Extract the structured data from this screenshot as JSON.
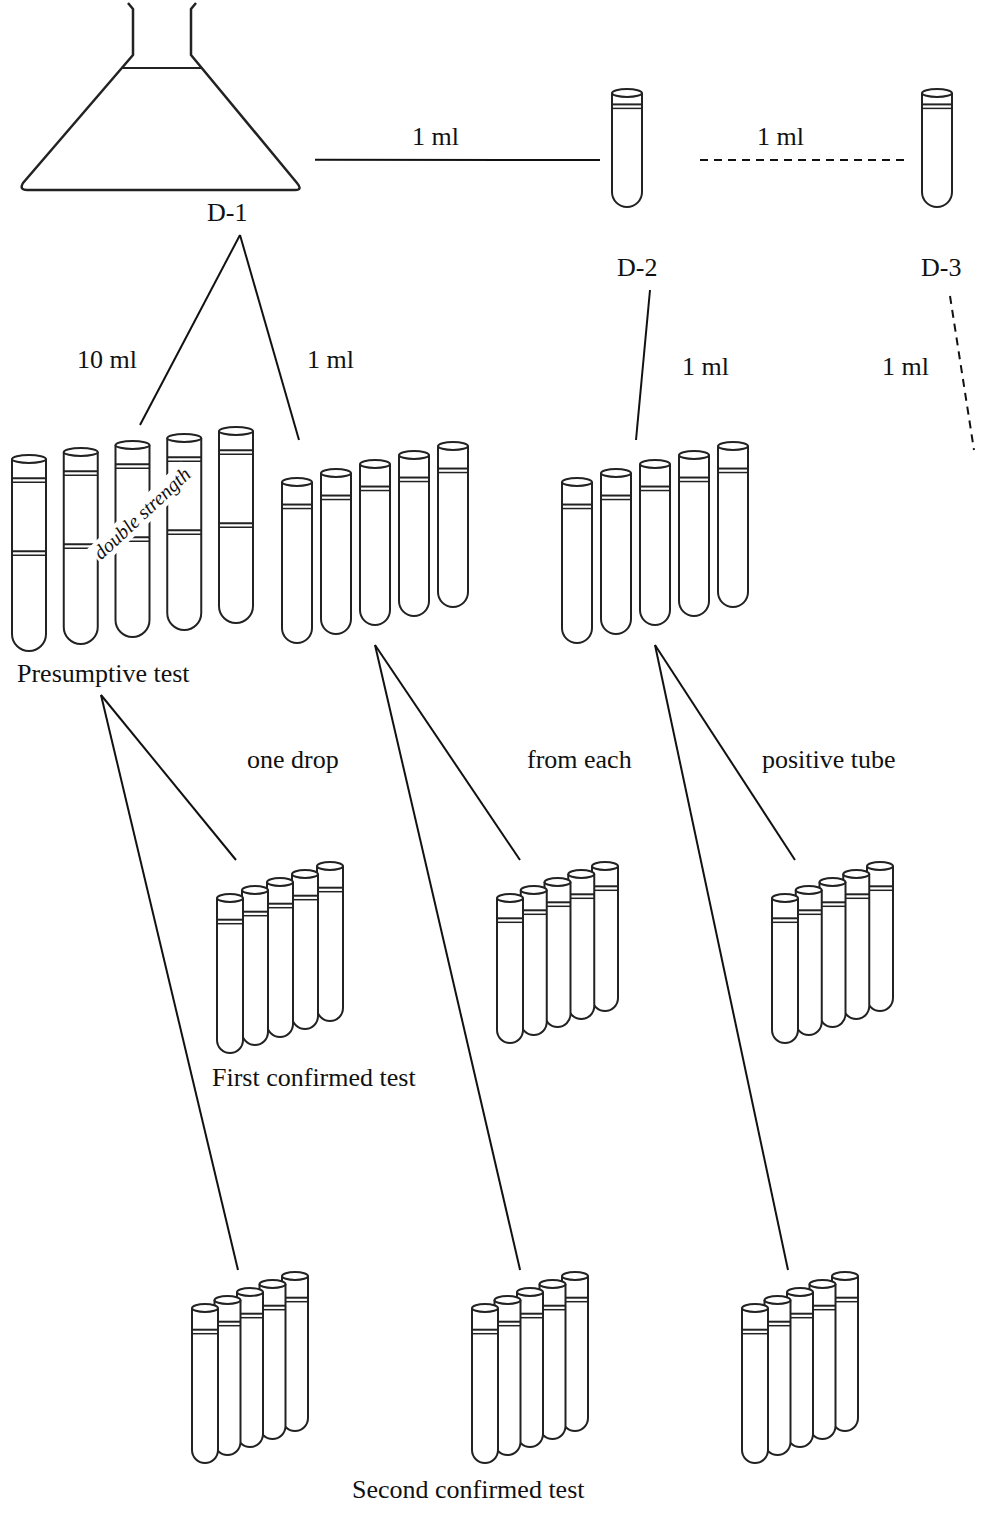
{
  "diagram": {
    "nodes": [
      {
        "text": [
          "D-1"
        ]
      },
      {
        "text": [
          "D-2"
        ]
      },
      {
        "text": [
          "D-3"
        ]
      },
      {
        "text": [
          "double strength",
          "Presumptive test"
        ]
      },
      {
        "text": []
      },
      {
        "text": []
      },
      {
        "text": [
          "First confirmed test"
        ]
      },
      {
        "text": []
      },
      {
        "text": []
      },
      {
        "text": []
      },
      {
        "text": [
          "Second confirmed test"
        ]
      },
      {
        "text": []
      }
    ],
    "edges": [
      {
        "from": 0,
        "to": 1,
        "label": "1 ml",
        "arrow": "none"
      },
      {
        "from": 1,
        "to": 2,
        "label": "1 ml",
        "arrow": "none"
      },
      {
        "from": 0,
        "to": 3,
        "label": "10 ml",
        "arrow": "none"
      },
      {
        "from": 0,
        "to": 4,
        "label": "1 ml",
        "arrow": "none"
      },
      {
        "from": 1,
        "to": 5,
        "label": "1 ml",
        "arrow": "none"
      },
      {
        "from": 3,
        "to": 6,
        "label": "one drop",
        "arrow": "none"
      },
      {
        "from": 4,
        "to": 7,
        "label": "from each",
        "arrow": "none"
      },
      {
        "from": 5,
        "to": 8,
        "label": "positive tube",
        "arrow": "none"
      },
      {
        "from": 3,
        "to": 9,
        "arrow": "none"
      },
      {
        "from": 4,
        "to": 10,
        "arrow": "none"
      },
      {
        "from": 5,
        "to": 11,
        "arrow": "none"
      }
    ],
    "labels": [
      "1 ml"
    ]
  }
}
